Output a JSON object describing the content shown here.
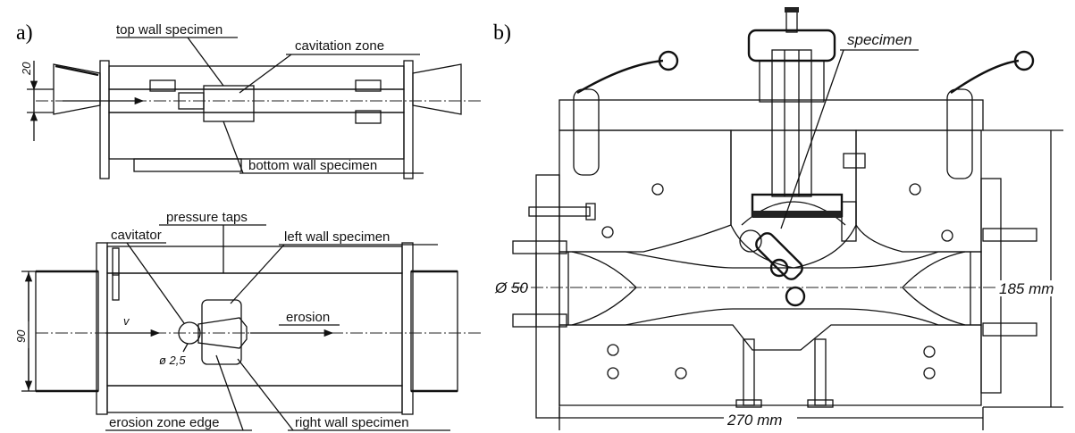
{
  "panel_a": {
    "letter": "a)",
    "top": {
      "label_top_wall": "top wall specimen",
      "label_cavitation": "cavitation zone",
      "label_bottom_wall": "bottom wall specimen",
      "dim_20": "20"
    },
    "bottom": {
      "label_pressure_taps": "pressure taps",
      "label_cavitator": "cavitator",
      "label_left_wall": "left wall specimen",
      "label_erosion": "erosion",
      "label_erosion_edge": "erosion zone edge",
      "label_right_wall": "right wall specimen",
      "dim_90": "90",
      "velocity": "v",
      "diameter": "ø 2,5"
    }
  },
  "panel_b": {
    "letter": "b)",
    "label_specimen": "specimen",
    "dim_diameter": "Ø 50",
    "dim_height": "185 mm",
    "dim_width": "270 mm"
  }
}
